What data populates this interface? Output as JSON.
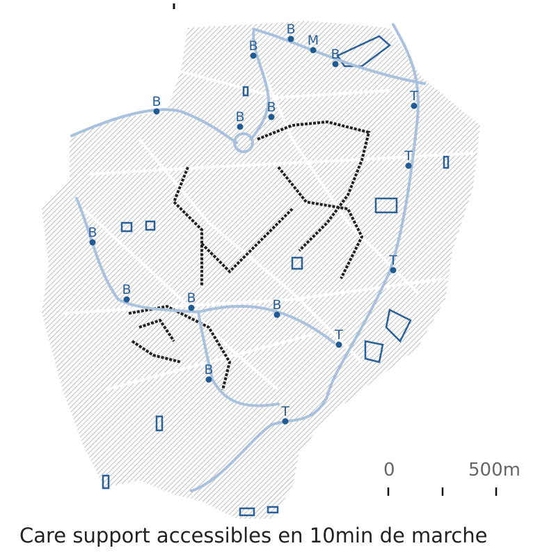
{
  "map": {
    "colors": {
      "hatch": "#9a9a9a",
      "route": "#a9c1dd",
      "marker": "#1f5a93",
      "building_dark": "#222222",
      "building_blue": "#2a5f96"
    },
    "stop_labels": [
      "B",
      "M",
      "B",
      "B",
      "B",
      "B",
      "B",
      "T",
      "T",
      "B",
      "T",
      "B",
      "B",
      "B",
      "T",
      "B",
      "T"
    ]
  },
  "scale": {
    "start_label": "0",
    "end_label": "500m"
  },
  "caption": "Care support accessibles en 10min de marche"
}
